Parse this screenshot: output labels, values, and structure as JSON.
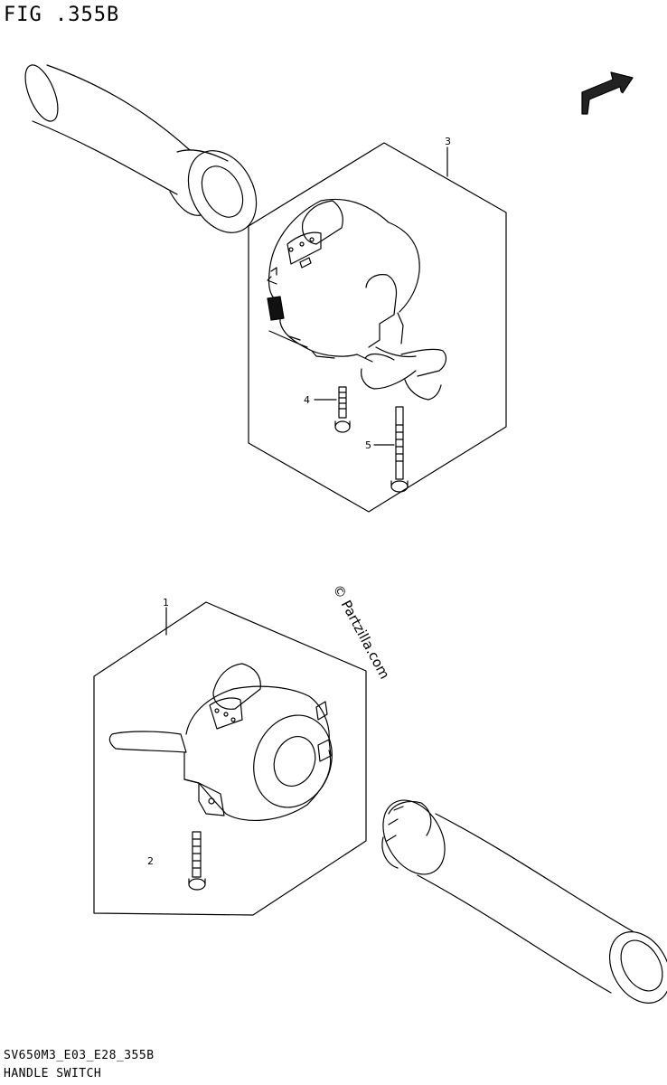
{
  "header": {
    "fig_title": "FIG .355B"
  },
  "footer": {
    "code": "SV650M3_E03_E28_355B",
    "name": "HANDLE SWITCH"
  },
  "fwd_label": "FWD",
  "watermark": "© Partzilla.com",
  "callouts": {
    "c1": "1",
    "c2": "2",
    "c3": "3",
    "c4": "4",
    "c5": "5"
  }
}
